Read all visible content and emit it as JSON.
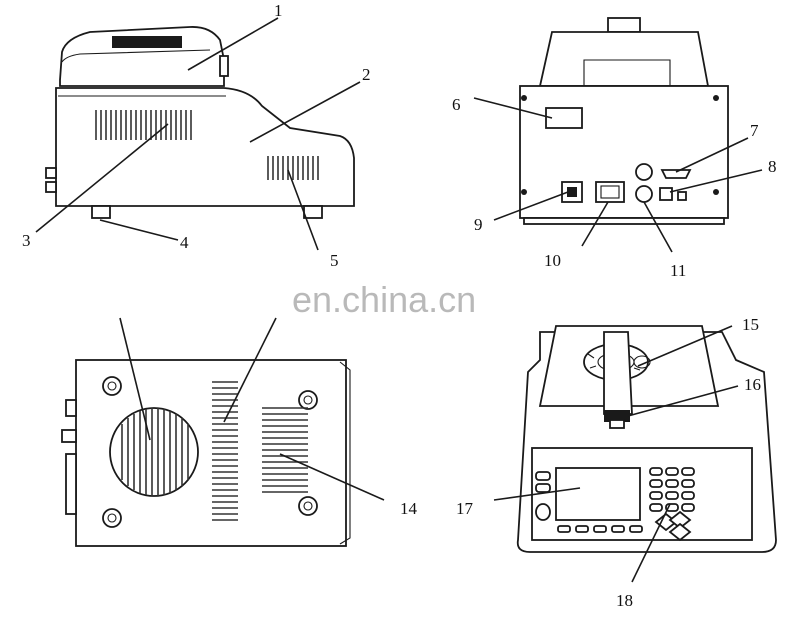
{
  "watermark": "en.china.cn",
  "views": {
    "side": {
      "labels": [
        {
          "id": "1",
          "text": "1"
        },
        {
          "id": "2",
          "text": "2"
        },
        {
          "id": "3",
          "text": "3"
        },
        {
          "id": "4",
          "text": "4"
        },
        {
          "id": "5",
          "text": "5"
        }
      ]
    },
    "rear": {
      "labels": [
        {
          "id": "6",
          "text": "6"
        },
        {
          "id": "7",
          "text": "7"
        },
        {
          "id": "8",
          "text": "8"
        },
        {
          "id": "9",
          "text": "9"
        },
        {
          "id": "10",
          "text": "10"
        },
        {
          "id": "11",
          "text": "11"
        }
      ]
    },
    "bottom": {
      "labels": [
        {
          "id": "14",
          "text": "14"
        }
      ]
    },
    "front": {
      "labels": [
        {
          "id": "15",
          "text": "15"
        },
        {
          "id": "16",
          "text": "16"
        },
        {
          "id": "17",
          "text": "17"
        },
        {
          "id": "18",
          "text": "18"
        }
      ]
    }
  }
}
